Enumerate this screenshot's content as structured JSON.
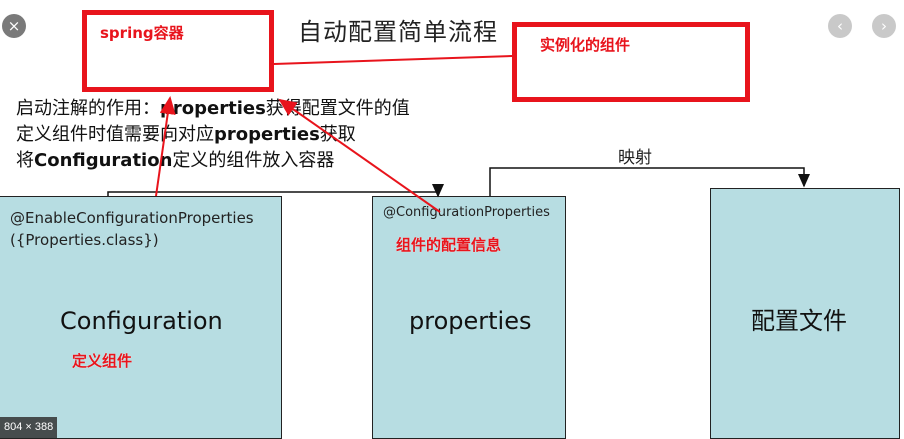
{
  "slide": {
    "title": "自动配置简单流程",
    "desc_line1_prefix": "启动注解的作用：",
    "desc_line1_keyword": "properties",
    "desc_line1_suffix": "获得配置文件的值",
    "desc_line2_prefix": "定义组件时值需要向对应",
    "desc_line2_keyword": "properties",
    "desc_line2_suffix": "获取",
    "desc_line3_prefix": "将",
    "desc_line3_keyword": "Configuration",
    "desc_line3_suffix": "定义的组件放入容器",
    "mapping_label": "映射"
  },
  "boxes": {
    "configuration": {
      "annotation_line1": "@EnableConfigurationProperties",
      "annotation_line2": "({Properties.class})",
      "label": "Configuration"
    },
    "properties": {
      "annotation": "@ConfigurationProperties",
      "label": "properties"
    },
    "config_file": {
      "label": "配置文件"
    }
  },
  "annotations": {
    "spring_container": "spring容器",
    "instantiated_component": "实例化的组件",
    "component_config_info": "组件的配置信息",
    "define_component": "定义组件"
  },
  "viewer": {
    "close_icon": "×",
    "prev_icon": "‹",
    "next_icon": "›",
    "size_label": "804 × 388"
  },
  "colors": {
    "box_fill": "#b7dde2",
    "annotation_red": "#e8141c",
    "viewer_bg": "#1f1f1f"
  }
}
